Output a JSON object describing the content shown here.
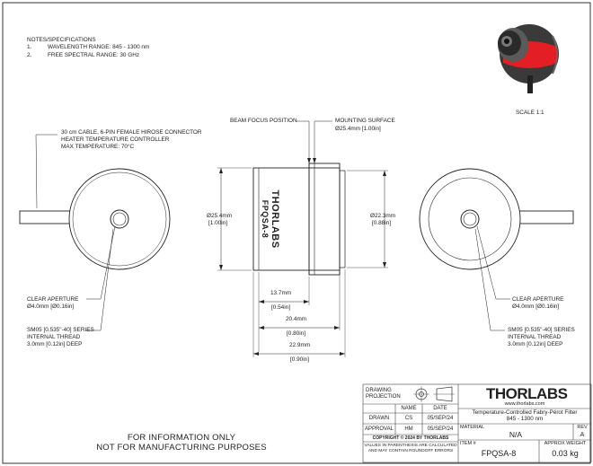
{
  "notes": {
    "heading": "NOTES/SPECIFICATIONS",
    "items": [
      {
        "num": "1.",
        "text": "WAVELENGTH RANGE: 845 - 1300 nm"
      },
      {
        "num": "2.",
        "text": "FREE SPECTRAL RANGE: 30 GHz"
      }
    ]
  },
  "scale": "SCALE 1:1",
  "left_view": {
    "cable_note": [
      "30 cm CABLE, 6-PIN FEMALE HIROSE CONNECTOR",
      "HEATER TEMPERATURE CONTROLLER",
      "MAX TEMPERATURE: 70°C"
    ],
    "aperture": [
      "CLEAR APERTURE",
      "Ø4.0mm [Ø0.16in]"
    ],
    "thread": [
      "SM05 [0.535\"-40] SERIES",
      "INTERNAL THREAD",
      "3.0mm [0.12in] DEEP"
    ]
  },
  "side_view": {
    "beam_focus": "BEAM FOCUS POSITION",
    "mounting_surface": [
      "MOUNTING SURFACE",
      "Ø25.4mm [1.00in]"
    ],
    "engraving": [
      "THORLABS",
      "FPQSA-8"
    ],
    "dia_left": [
      "Ø25.4mm",
      "[1.00in]"
    ],
    "dia_right": [
      "Ø22.3mm",
      "[0.88in]"
    ],
    "len1": [
      "13.7mm",
      "[0.54in]"
    ],
    "len2": [
      "20.4mm",
      "[0.80in]"
    ],
    "len3": [
      "22.9mm",
      "[0.90in]"
    ]
  },
  "right_view": {
    "aperture": [
      "CLEAR APERTURE",
      "Ø4.0mm [Ø0.16in]"
    ],
    "thread": [
      "SM05 [0.535\"-40] SERIES",
      "INTERNAL THREAD",
      "3.0mm [0.12in] DEEP"
    ]
  },
  "disclaimer": [
    "FOR INFORMATION ONLY",
    "NOT FOR MANUFACTURING PURPOSES"
  ],
  "title_block": {
    "drawing_projection": [
      "DRAWING",
      "PROJECTION"
    ],
    "headers": {
      "name": "NAME",
      "date": "DATE"
    },
    "rows": [
      {
        "label": "DRAWN",
        "name": "CS",
        "date": "05/SEP/24"
      },
      {
        "label": "APPROVAL",
        "name": "HM",
        "date": "05/SEP/24"
      }
    ],
    "copyright": "COPYRIGHT © 2024 BY THORLABS",
    "roundoff": [
      "VALUES IN PARENTHESIS ARE CALCULATED",
      "AND MAY CONTAIN ROUNDOFF ERRORS"
    ],
    "logo": "THORLABS",
    "website": "www.thorlabs.com",
    "description": [
      "Temperature-Controlled Fabry-Pérot Filter",
      "845 - 1300 nm"
    ],
    "material_label": "MATERIAL",
    "material_value": "N/A",
    "rev_label": "REV",
    "rev_value": "A",
    "item_label": "ITEM #",
    "item_value": "FPQSA-8",
    "weight_label": "APPROX WEIGHT",
    "weight_value": "0.03 kg"
  }
}
